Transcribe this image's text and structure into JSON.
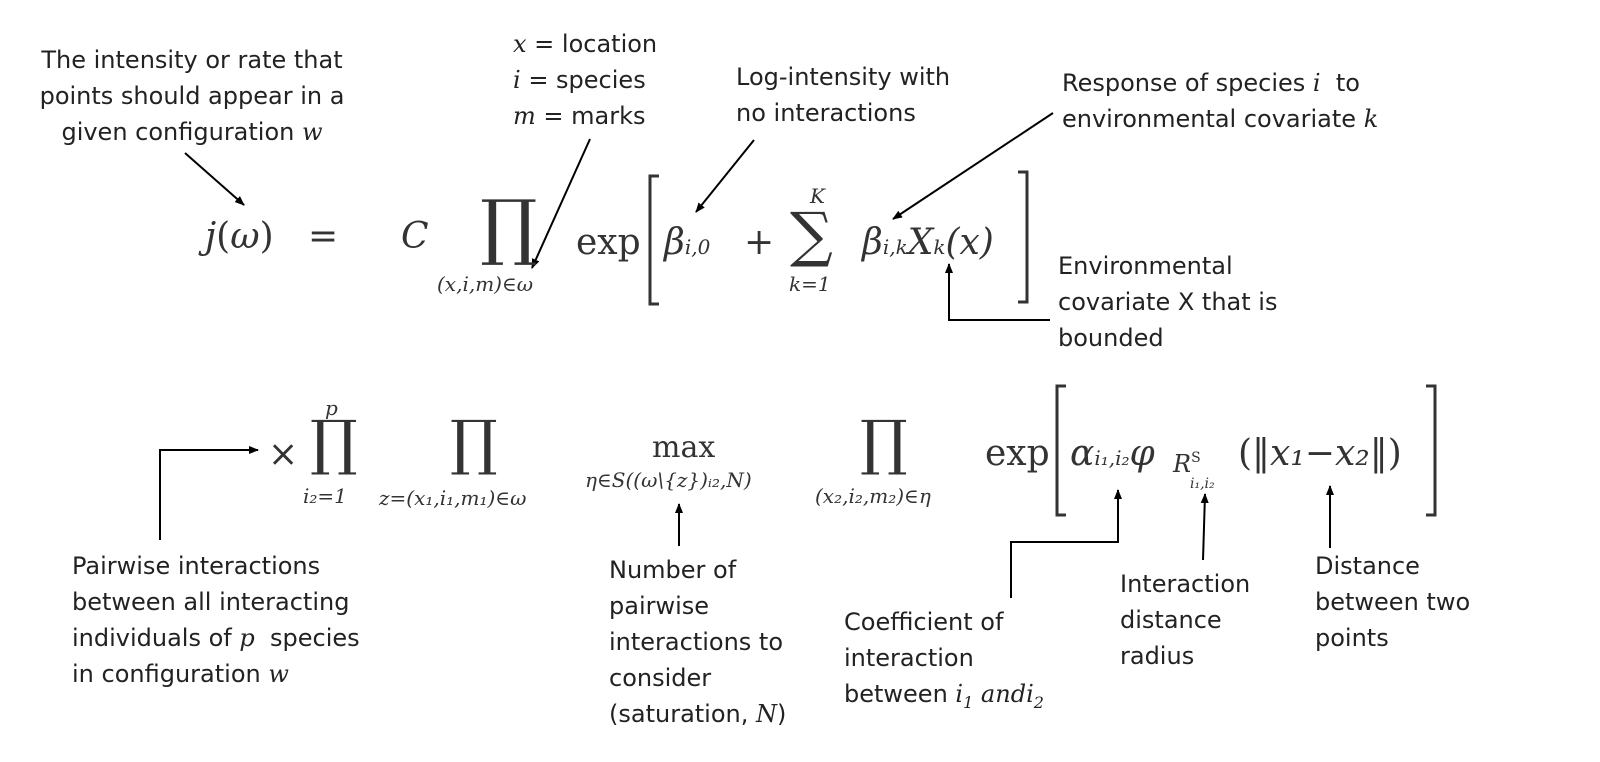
{
  "annotations": {
    "intensity": {
      "line1": "The intensity or rate that",
      "line2": "points should appear in a",
      "line3_prefix": "given configuration ",
      "line3_var": "w"
    },
    "indices": {
      "x_var": "x",
      "x_text": " = location",
      "i_var": "i",
      "i_text": " = species",
      "m_var": "m",
      "m_text": " = marks"
    },
    "log_intensity": {
      "line1": "Log-intensity with",
      "line2": "no interactions"
    },
    "response": {
      "line1_prefix": "Response of species ",
      "line1_var": "i",
      "line1_suffix": "  to",
      "line2_prefix": "environmental covariate ",
      "line2_var": "k"
    },
    "env_cov": {
      "line1": "Environmental",
      "line2": "covariate X that is",
      "line3": "bounded"
    },
    "pairwise": {
      "line1": "Pairwise interactions",
      "line2": "between all interacting",
      "line3_prefix": "individuals of ",
      "line3_var": "p",
      "line3_suffix": "  species",
      "line4_prefix": "in configuration ",
      "line4_var": "w"
    },
    "saturation": {
      "line1": "Number of",
      "line2": "pairwise",
      "line3": "interactions to",
      "line4": "consider",
      "line5_prefix": "(saturation, ",
      "line5_var": "N",
      "line5_suffix": ")"
    },
    "coefficient": {
      "line1": "Coefficient of",
      "line2": "interaction",
      "line3_prefix": "between ",
      "line3_var1": "i",
      "line3_sub1": "1",
      "line3_mid": " and",
      "line3_var2": "i",
      "line3_sub2": "2"
    },
    "radius": {
      "line1": "Interaction",
      "line2": "distance",
      "line3": "radius"
    },
    "distance": {
      "line1": "Distance",
      "line2": "between two",
      "line3": "points"
    }
  },
  "equation": {
    "j": "j",
    "lparen": "(",
    "omega": "ω",
    "rparen": ")",
    "eq": "=",
    "C": "C",
    "prod": "∏",
    "prod1_sub": "(x,i,m)∈ω",
    "exp": "exp",
    "beta": "β",
    "beta0_sub": "i,0",
    "plus": "+",
    "sum": "∑",
    "sum_sup": "K",
    "sum_sub": "k=1",
    "betak_sub": "i,k",
    "X": "X",
    "Xk_sub": "k",
    "Xk_arg": "(x)",
    "times": "×",
    "prod2_sup": "p",
    "prod2_sub": "i₂=1",
    "prod3_sub": "z=(x₁,i₁,m₁)∈ω",
    "max": "max",
    "max_sub": "η∈S((ω\\{z})ᵢ₂,N)",
    "prod4_sub": "(x₂,i₂,m₂)∈η",
    "alpha": "α",
    "alpha_sub": "i₁,i₂",
    "phi": "φ",
    "R": "R",
    "R_sup": "S",
    "R_sub": "i₁,i₂",
    "norm_open": "(‖",
    "x1": "x₁",
    "minus": "−",
    "x2": "x₂",
    "norm_close": "‖)"
  }
}
